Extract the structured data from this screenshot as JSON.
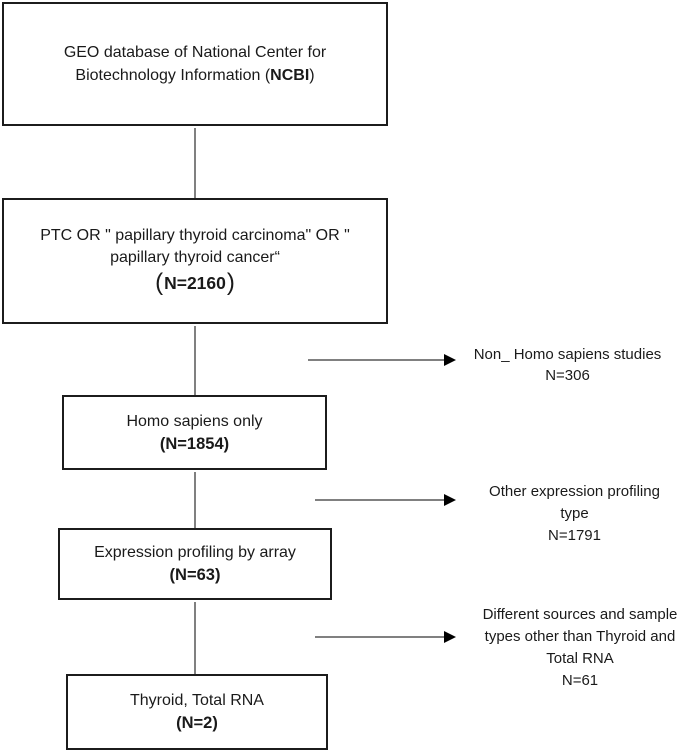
{
  "colors": {
    "background": "#ffffff",
    "box_border": "#1c1c1c",
    "text": "#1a1a1a",
    "line_gray": "#808080",
    "arrowhead": "#000000"
  },
  "boxes": {
    "geo": {
      "line1": "GEO database of National Center for",
      "line2_prefix": "Biotechnology Information (",
      "line2_bold": "NCBI",
      "line2_suffix": ")"
    },
    "search": {
      "line1": "PTC OR \" papillary thyroid carcinoma\" OR \"",
      "line2": "papillary thyroid cancer“",
      "count_open": "(",
      "count": "N=2160",
      "count_close": ")"
    },
    "homo_sapiens": {
      "title": "Homo sapiens only",
      "count": "(N=1854)"
    },
    "expression_array": {
      "title": "Expression profiling by array",
      "count": "(N=63)"
    },
    "thyroid_rna": {
      "title": "Thyroid, Total RNA",
      "count": "(N=2)"
    }
  },
  "notes": {
    "excluded_species": {
      "lines": [
        "Non_ Homo sapiens studies",
        "N=306"
      ]
    },
    "excluded_profiling": {
      "lines": [
        "Other expression profiling",
        "type",
        "N=1791"
      ]
    },
    "excluded_sources": {
      "lines": [
        "Different sources and sample",
        "types other than Thyroid and",
        "Total RNA",
        "N=61"
      ]
    }
  }
}
